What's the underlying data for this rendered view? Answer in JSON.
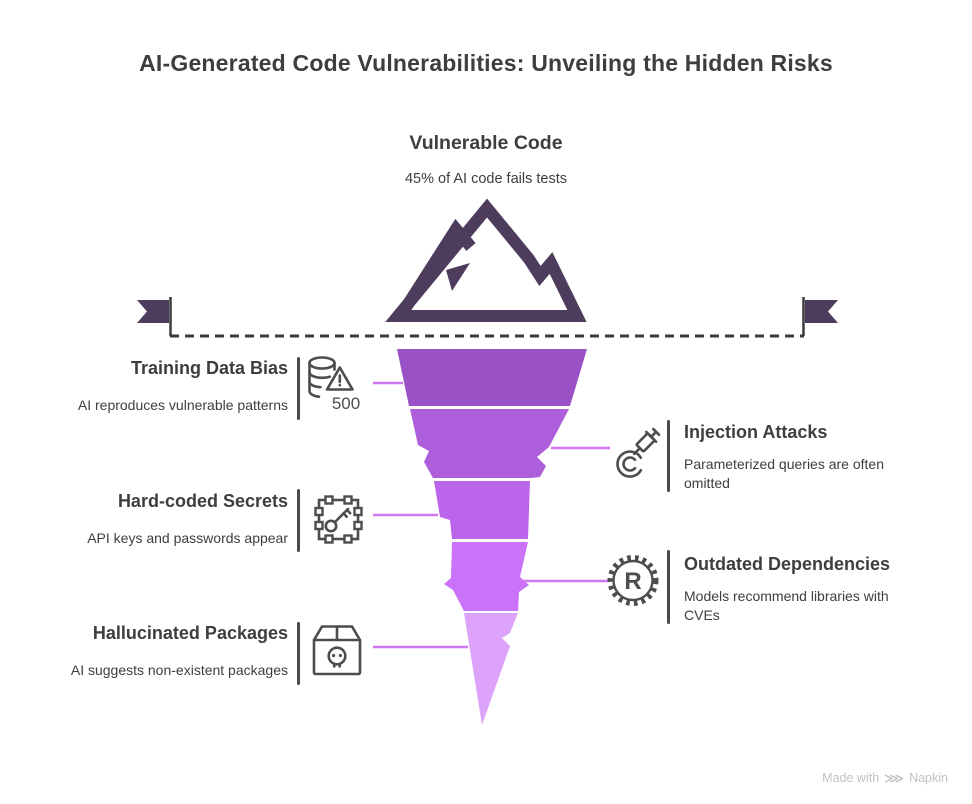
{
  "title": "AI-Generated Code Vulnerabilities: Unveiling the Hidden Risks",
  "summit": {
    "heading": "Vulnerable Code",
    "subheading": "45% of AI code fails tests",
    "icon": "mountain-icon"
  },
  "funnel": {
    "segments": [
      {
        "index": 1,
        "color": "#9B51C6"
      },
      {
        "index": 2,
        "color": "#AD5EDB"
      },
      {
        "index": 3,
        "color": "#BB66EA"
      },
      {
        "index": 4,
        "color": "#CA73F8"
      },
      {
        "index": 5,
        "color": "#DDA3FA"
      }
    ]
  },
  "left_items": [
    {
      "title": "Training Data Bias",
      "description": "AI reproduces vulnerable patterns",
      "icon": "database-warning-icon",
      "icon_label": "500"
    },
    {
      "title": "Hard-coded Secrets",
      "description": "API keys and passwords appear",
      "icon": "key-chip-icon"
    },
    {
      "title": "Hallucinated Packages",
      "description": "AI suggests non-existent packages",
      "icon": "skull-package-icon"
    }
  ],
  "right_items": [
    {
      "title": "Injection Attacks",
      "description": "Parameterized queries are often omitted",
      "icon": "syringe-spiral-icon"
    },
    {
      "title": "Outdated Dependencies",
      "description": "Models recommend libraries with CVEs",
      "icon": "gear-r-icon",
      "icon_letter": "R"
    }
  ],
  "footer": {
    "made_with": "Made with",
    "brand": "Napkin",
    "logo_glyph": "⋙"
  },
  "colors": {
    "accent_dark": "#4D3C5B",
    "connector": "#CF78F2",
    "dashed_line": "#3B3B3B",
    "text": "#3E3E3E",
    "icon_stroke": "#4D4D4D"
  }
}
